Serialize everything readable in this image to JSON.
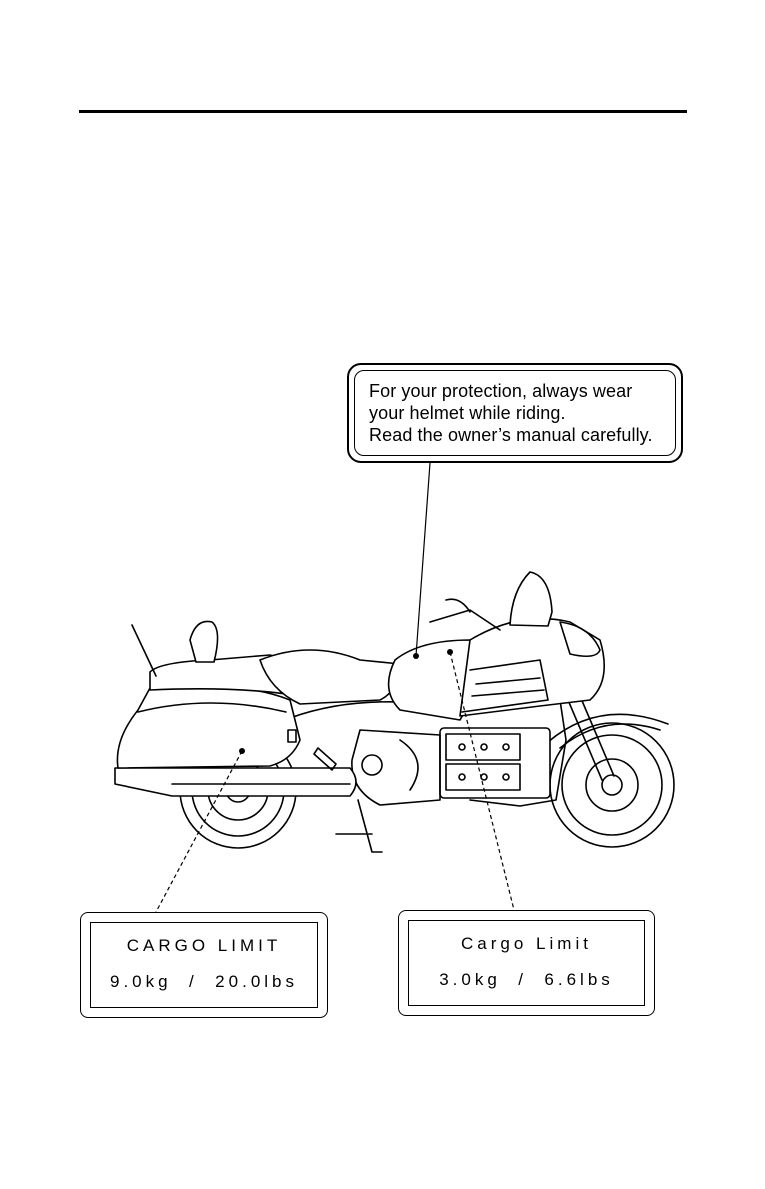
{
  "helmet_label": {
    "lines": [
      "For your protection, always wear",
      "your helmet while riding.",
      "Read the owner’s manual carefully."
    ]
  },
  "saddlebag_label": {
    "title": "CARGO LIMIT",
    "weight": "9.0kg  /  20.0lbs"
  },
  "trunk_label": {
    "title": "Cargo Limit",
    "weight": "3.0kg  /  6.6lbs"
  },
  "colors": {
    "ink": "#000000",
    "paper": "#ffffff"
  }
}
